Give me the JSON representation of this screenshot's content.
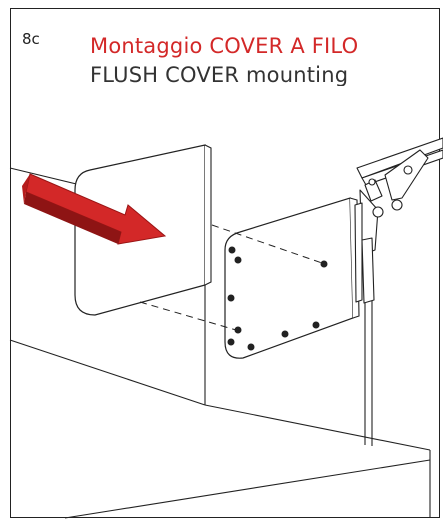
{
  "step_number": "8c",
  "title_italian": "Montaggio COVER A FILO",
  "title_english": "FLUSH COVER mounting",
  "colors": {
    "title_accent": "#d32828",
    "arrow": "#d32828",
    "line": "#222222"
  },
  "icons": {
    "arrow": "red-direction-arrow",
    "screw": "screw-hole-icon"
  }
}
